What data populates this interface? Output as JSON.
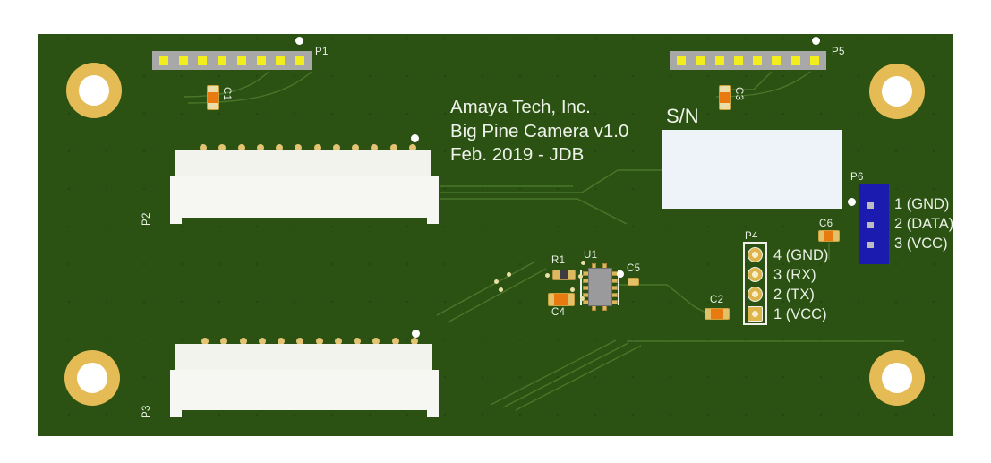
{
  "board": {
    "title_lines": [
      "Amaya Tech, Inc.",
      "Big Pine Camera v1.0",
      "Feb. 2019 - JDB"
    ],
    "serial_label": "S/N",
    "refdes": {
      "p1": "P1",
      "p2": "P2",
      "p3": "P3",
      "p4": "P4",
      "p5": "P5",
      "p6": "P6",
      "c1": "C1",
      "c2": "C2",
      "c3": "C3",
      "c4": "C4",
      "c5": "C5",
      "c6": "C6",
      "r1": "R1",
      "u1": "U1"
    },
    "p4_pins": [
      "4 (GND)",
      "3 (RX)",
      "2 (TX)",
      "1 (VCC)"
    ],
    "p6_pins": [
      "1 (GND)",
      "2 (DATA)",
      "3 (VCC)"
    ],
    "colors": {
      "board_green": "#2b5213",
      "silkscreen_white": "#eaf0e6",
      "pad_yellow": "#f2ee1e",
      "gold": "#e4bb55",
      "component_orange": "#e87a10",
      "connector_gray": "#a8a8a8",
      "header_blue": "#1b1baf",
      "ic_gray": "#9a9a9c",
      "serial_box_white": "#edf3f8"
    }
  }
}
